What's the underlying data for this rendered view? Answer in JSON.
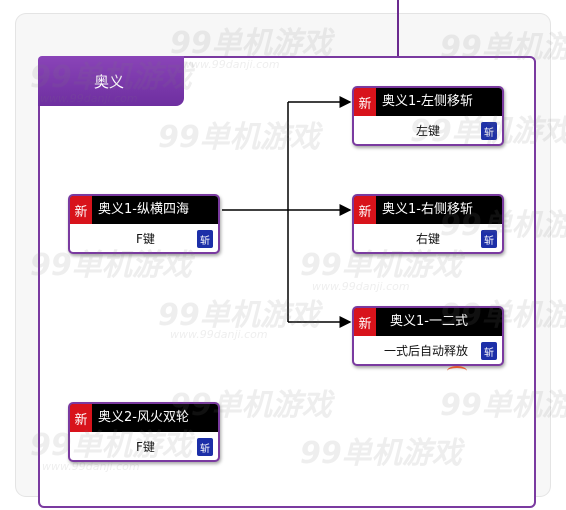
{
  "panel": {
    "title": "奥义"
  },
  "nodes": {
    "root": {
      "badge": "新",
      "title": "奥义1-纵横四海",
      "key": "F键",
      "action": "斩"
    },
    "left": {
      "badge": "新",
      "title": "奥义1-左侧移斩",
      "key": "左键",
      "action": "斩"
    },
    "right": {
      "badge": "新",
      "title": "奥义1-右侧移斩",
      "key": "右键",
      "action": "斩"
    },
    "ichishiki": {
      "badge": "新",
      "title": "奥义1-一二式",
      "key": "一式后自动释放",
      "action": "斩"
    },
    "second": {
      "badge": "新",
      "title": "奥义2-风火双轮",
      "key": "F键",
      "action": "斩"
    }
  },
  "watermark": {
    "brand": "99单机游戏",
    "url": "www.99danji.com"
  },
  "colors": {
    "panel_border": "#7a3aa0",
    "tab_fill": "#7e3aae",
    "new_badge": "#d8131b",
    "action_badge": "#1c2fa8",
    "node_header": "#000000"
  }
}
